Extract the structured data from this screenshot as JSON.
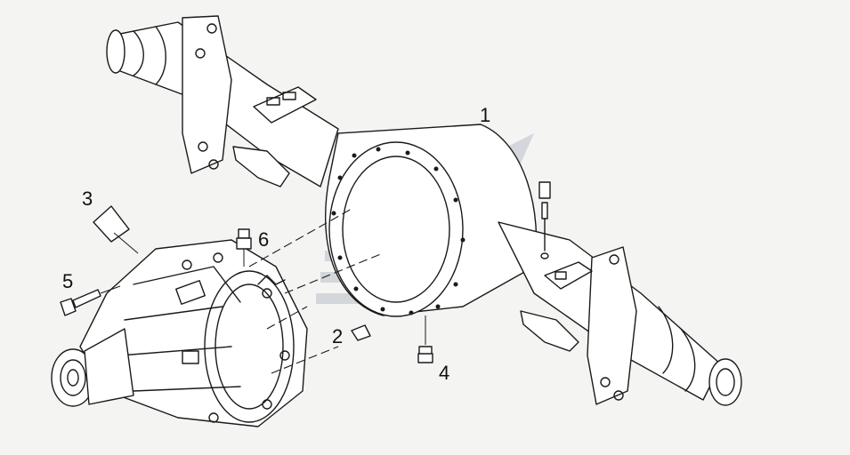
{
  "callouts": [
    {
      "id": "1",
      "label": "1"
    },
    {
      "id": "2",
      "label": "2"
    },
    {
      "id": "3",
      "label": "3"
    },
    {
      "id": "4",
      "label": "4"
    },
    {
      "id": "5",
      "label": "5"
    },
    {
      "id": "6",
      "label": "6"
    }
  ],
  "colors": {
    "background": "#f4f4f2",
    "line": "#1a1a1a",
    "watermark": "#c9ccd4"
  },
  "watermark": {
    "type": "logo"
  }
}
